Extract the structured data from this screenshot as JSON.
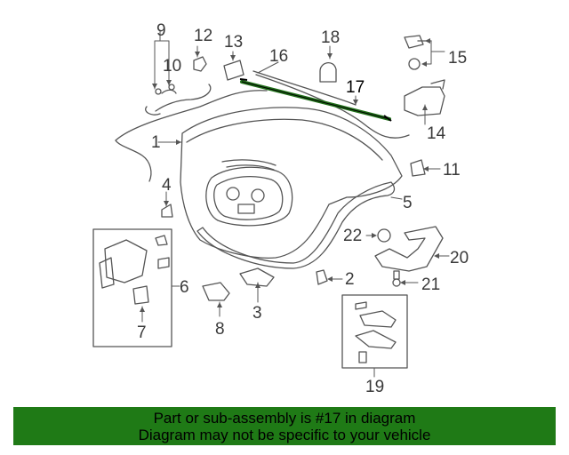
{
  "callouts": {
    "c1": "1",
    "c2": "2",
    "c3": "3",
    "c4": "4",
    "c5": "5",
    "c6": "6",
    "c7": "7",
    "c8": "8",
    "c9": "9",
    "c10": "10",
    "c11": "11",
    "c12": "12",
    "c13": "13",
    "c14": "14",
    "c15": "15",
    "c16": "16",
    "c17": "17",
    "c18": "18",
    "c19": "19",
    "c20": "20",
    "c21": "21",
    "c22": "22"
  },
  "highlighted_part": "17",
  "banner": {
    "line1": "Part or sub-assembly is #17 in diagram",
    "line2": "Diagram may not be specific to your vehicle"
  },
  "colors": {
    "banner_bg": "#1f7a16",
    "highlight_part": "#1f6e18"
  }
}
